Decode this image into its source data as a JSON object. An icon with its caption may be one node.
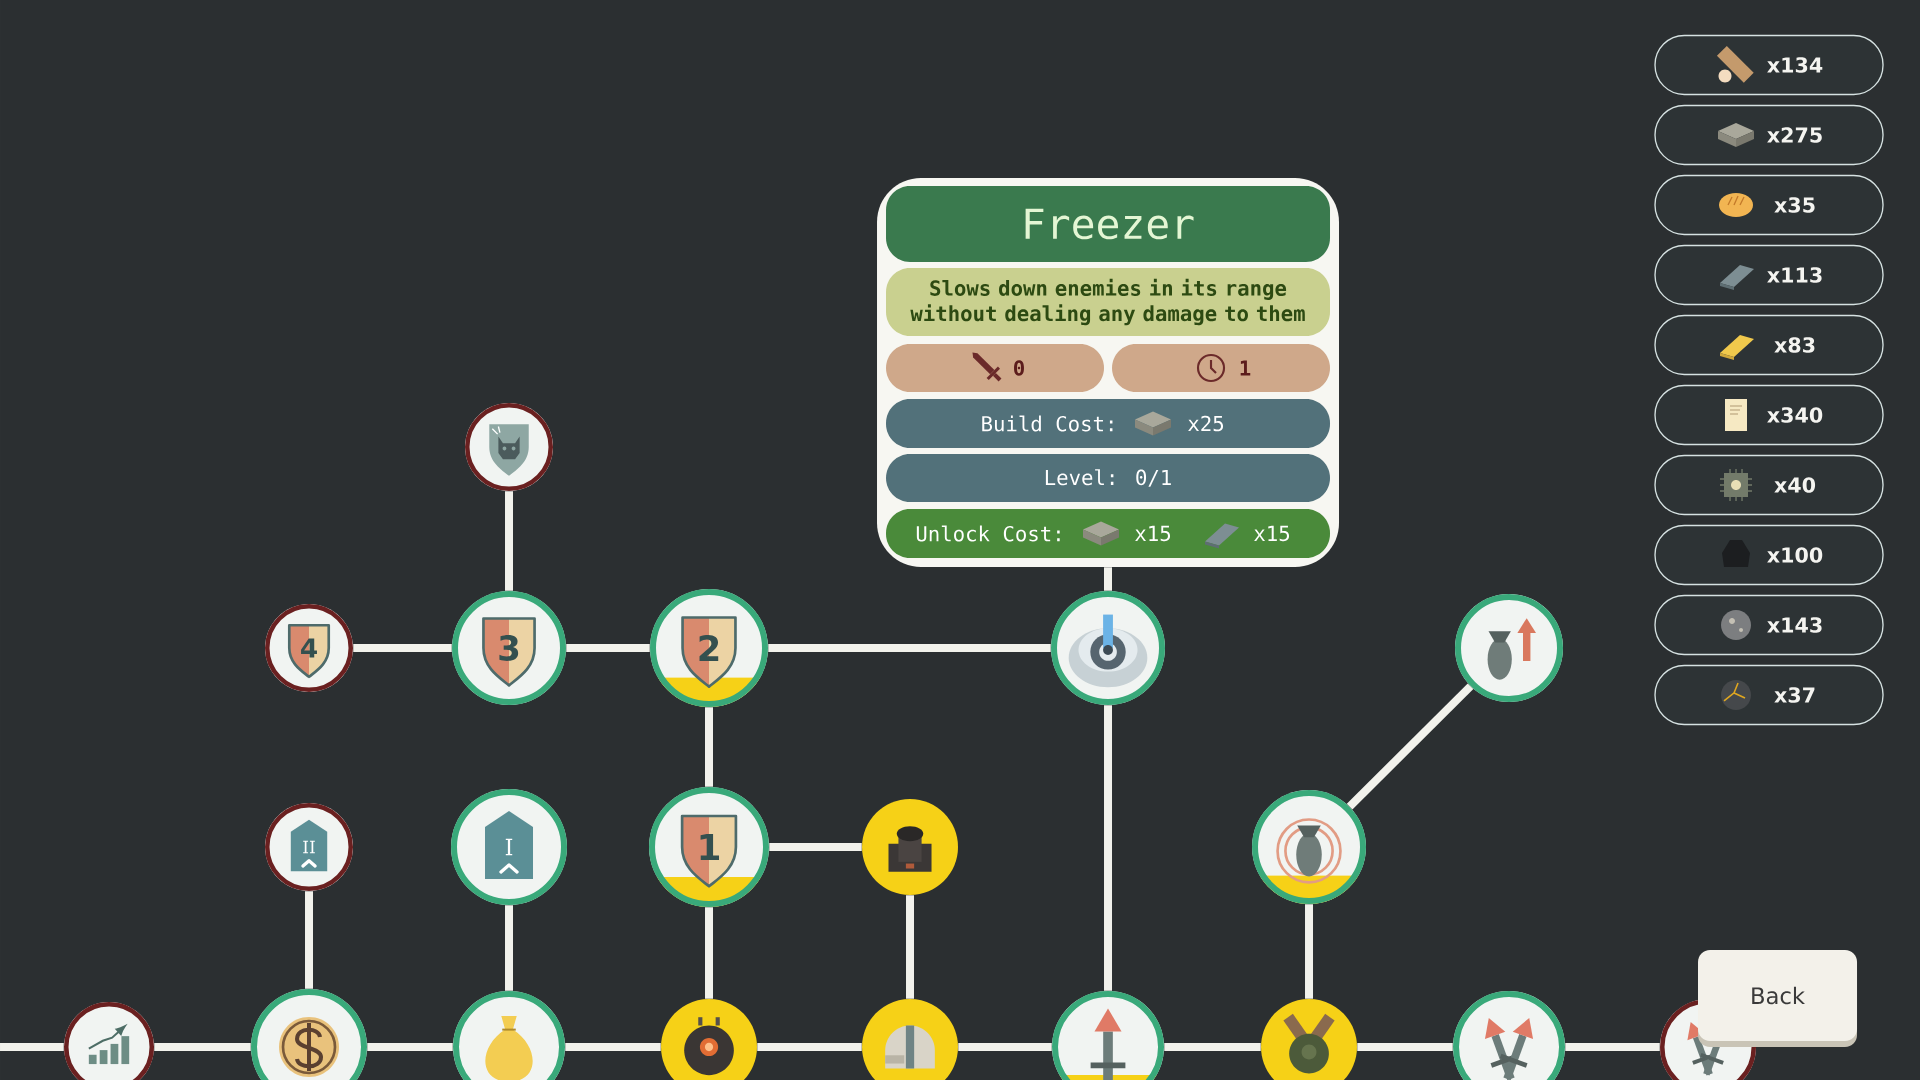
{
  "diagram": {
    "nodes": [
      {
        "text": [],
        "shape": "box"
      },
      {
        "text": [
          "Freezer"
        ],
        "in": 0
      },
      {
        "text": [
          "Slows down enemies in its range without dealing any damage to them"
        ],
        "in": 0
      },
      {
        "text": [
          "0"
        ],
        "in": 0
      },
      {
        "text": [
          "1"
        ],
        "in": 0
      },
      {
        "text": [
          "Build Cost:",
          "x25"
        ],
        "in": 0
      },
      {
        "text": [
          "Level: 0/1"
        ],
        "in": 0
      },
      {
        "text": [
          "Unlock Cost:",
          "x15",
          "x15"
        ],
        "in": 0
      },
      {
        "text": [
          "x134"
        ]
      },
      {
        "text": [
          "x275"
        ]
      },
      {
        "text": [
          "x35"
        ]
      },
      {
        "text": [
          "x113"
        ]
      },
      {
        "text": [
          "x83"
        ]
      },
      {
        "text": [
          "x340"
        ]
      },
      {
        "text": [
          "x40"
        ]
      },
      {
        "text": [
          "x100"
        ]
      },
      {
        "text": [
          "x143"
        ]
      },
      {
        "text": [
          "x37"
        ]
      },
      {
        "text": [],
        "shape": "circle"
      },
      {
        "text": [
          "4"
        ]
      },
      {
        "text": [
          "3"
        ]
      },
      {
        "text": [
          "2"
        ]
      },
      {
        "text": [],
        "shape": "circle"
      },
      {
        "text": [],
        "shape": "circle"
      },
      {
        "text": [
          "II"
        ]
      },
      {
        "text": [
          "I"
        ]
      },
      {
        "text": [
          "1"
        ]
      },
      {
        "text": [],
        "shape": "circle"
      },
      {
        "text": [],
        "shape": "circle"
      },
      {
        "text": [
          "Back"
        ]
      },
      {
        "text": [],
        "shape": "circle"
      },
      {
        "text": [],
        "shape": "circle"
      },
      {
        "text": [],
        "shape": "circle"
      },
      {
        "text": [],
        "shape": "circle"
      },
      {
        "text": [],
        "shape": "circle"
      },
      {
        "text": [],
        "shape": "circle"
      },
      {
        "text": [],
        "shape": "circle"
      },
      {
        "text": [],
        "shape": "circle"
      },
      {
        "text": [],
        "shape": "circle"
      }
    ],
    "edges": [
      {
        "from": 18,
        "to": 20,
        "arrow": "none"
      },
      {
        "from": 19,
        "to": 20,
        "arrow": "none"
      },
      {
        "from": 20,
        "to": 21,
        "arrow": "none"
      },
      {
        "from": 21,
        "to": 22,
        "arrow": "none"
      },
      {
        "from": 0,
        "to": 22,
        "arrow": "none"
      },
      {
        "from": 21,
        "to": 26,
        "arrow": "none"
      },
      {
        "from": 26,
        "to": 27,
        "arrow": "none"
      },
      {
        "from": 24,
        "to": 31,
        "arrow": "none"
      },
      {
        "from": 25,
        "to": 32,
        "arrow": "none"
      },
      {
        "from": 26,
        "to": 33,
        "arrow": "none"
      },
      {
        "from": 27,
        "to": 34,
        "arrow": "none"
      },
      {
        "from": 22,
        "to": 35,
        "arrow": "none"
      },
      {
        "from": 28,
        "to": 23,
        "arrow": "none"
      },
      {
        "from": 28,
        "to": 36,
        "arrow": "none"
      },
      {
        "from": null,
        "to": 30,
        "arrow": "none"
      },
      {
        "from": 30,
        "to": 31,
        "arrow": "none"
      },
      {
        "from": 31,
        "to": 32,
        "arrow": "none"
      },
      {
        "from": 32,
        "to": 33,
        "arrow": "none"
      },
      {
        "from": 33,
        "to": 34,
        "arrow": "none"
      },
      {
        "from": 34,
        "to": 35,
        "arrow": "none"
      },
      {
        "from": 35,
        "to": 36,
        "arrow": "none"
      },
      {
        "from": 36,
        "to": 37,
        "arrow": "none"
      },
      {
        "from": 37,
        "to": 38,
        "arrow": "none"
      }
    ]
  }
}
